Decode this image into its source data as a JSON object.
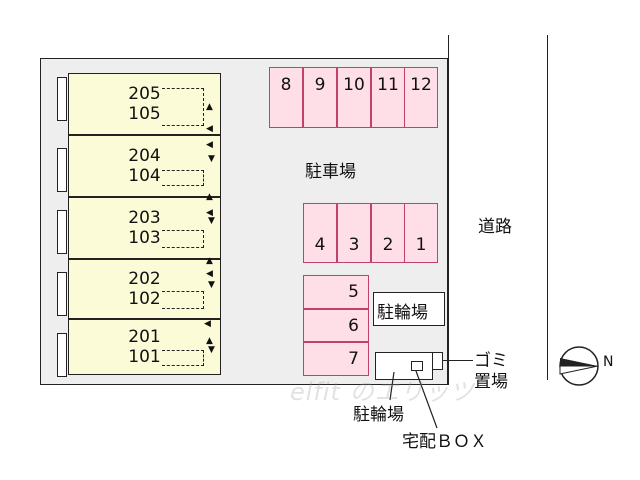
{
  "units": [
    {
      "top_label": "205",
      "bottom_label": "105"
    },
    {
      "top_label": "204",
      "bottom_label": "104"
    },
    {
      "top_label": "203",
      "bottom_label": "103"
    },
    {
      "top_label": "202",
      "bottom_label": "102"
    },
    {
      "top_label": "201",
      "bottom_label": "101"
    }
  ],
  "parking": {
    "title": "駐車場",
    "top_row": [
      "8",
      "9",
      "10",
      "11",
      "12"
    ],
    "middle_row": [
      "4",
      "3",
      "2",
      "1"
    ],
    "side_column": [
      "5",
      "6",
      "7"
    ]
  },
  "bicycle_parking_label": "駐輪場",
  "bicycle_parking_label_2": "駐輪場",
  "garbage_label_line1": "ゴミ",
  "garbage_label_line2": "置場",
  "delivery_box_label": "宅配ＢＯＸ",
  "road_label": "道路",
  "compass": {
    "north_label": "N",
    "icon": "compass-arrow-icon"
  },
  "watermark_text": "elfitのエリッツ"
}
